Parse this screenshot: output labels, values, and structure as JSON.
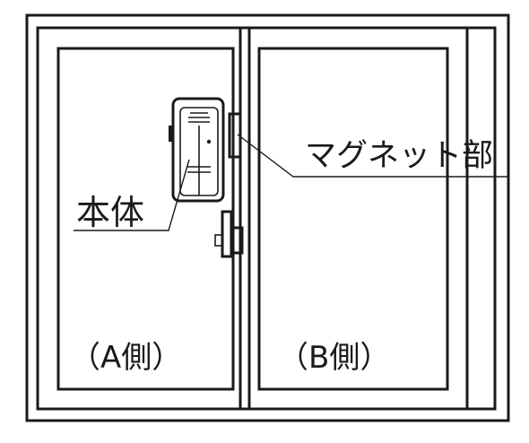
{
  "labels": {
    "main_unit": "本体",
    "magnet": "マグネット部",
    "side_a": "（A側）",
    "side_b": "（B側）"
  }
}
